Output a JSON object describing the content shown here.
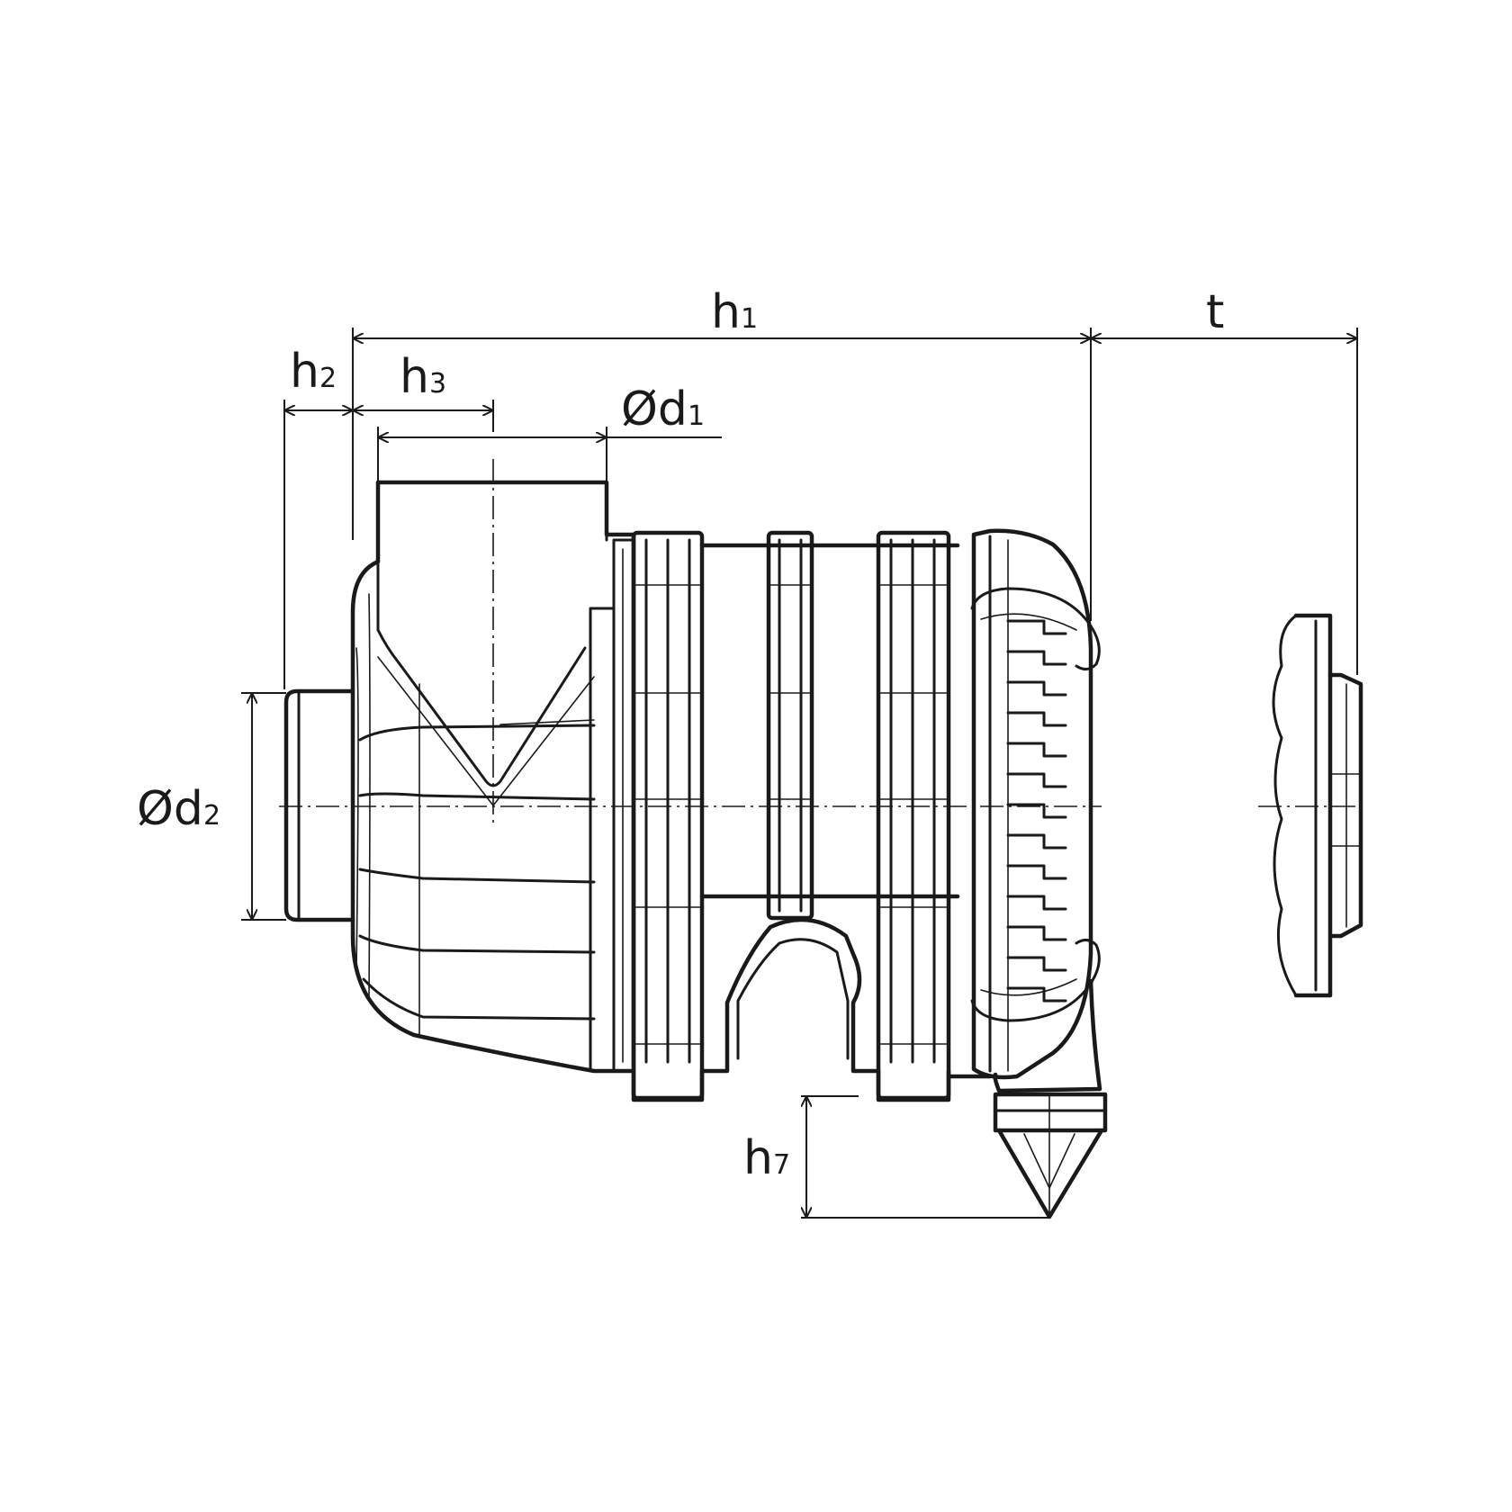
{
  "dimensions": {
    "h1": {
      "main": "h",
      "sub": "1"
    },
    "h2": {
      "main": "h",
      "sub": "2"
    },
    "h3": {
      "main": "h",
      "sub": "3"
    },
    "d1": {
      "main": "Ød",
      "sub": "1"
    },
    "d2": {
      "main": "Ød",
      "sub": "2"
    },
    "h7": {
      "main": "h",
      "sub": "7"
    },
    "t": {
      "main": "t",
      "sub": ""
    }
  },
  "colors": {
    "line": "#1a1a1a",
    "background": "#ffffff"
  }
}
